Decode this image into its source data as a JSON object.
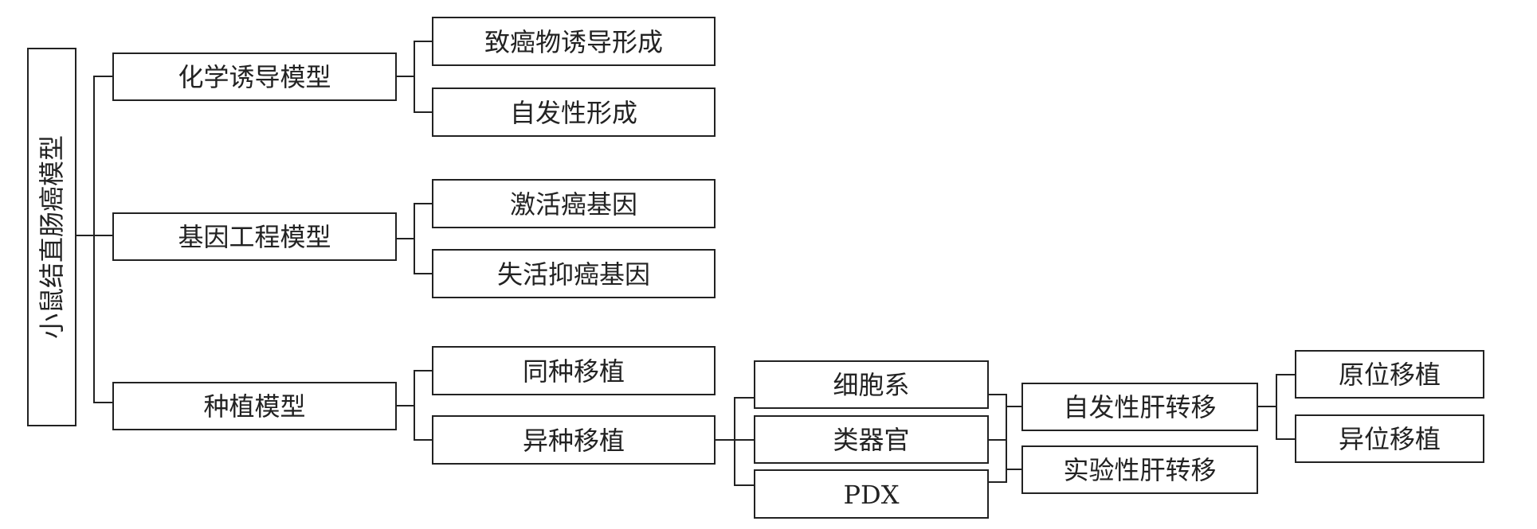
{
  "diagram": {
    "root": {
      "label": "小鼠结直肠癌模型"
    },
    "level1": [
      {
        "label": "化学诱导模型"
      },
      {
        "label": "基因工程模型"
      },
      {
        "label": "种植模型"
      }
    ],
    "chemical_children": [
      {
        "label": "致癌物诱导形成"
      },
      {
        "label": "自发性形成"
      }
    ],
    "genetic_children": [
      {
        "label": "激活癌基因"
      },
      {
        "label": "失活抑癌基因"
      }
    ],
    "transplant_children": [
      {
        "label": "同种移植"
      },
      {
        "label": "异种移植"
      }
    ],
    "xenograft_sources": [
      {
        "label": "细胞系"
      },
      {
        "label": "类器官"
      },
      {
        "label": "PDX"
      }
    ],
    "liver_metastasis": [
      {
        "label": "自发性肝转移"
      },
      {
        "label": "实验性肝转移"
      }
    ],
    "implant_sites": [
      {
        "label": "原位移植"
      },
      {
        "label": "异位移植"
      }
    ]
  }
}
